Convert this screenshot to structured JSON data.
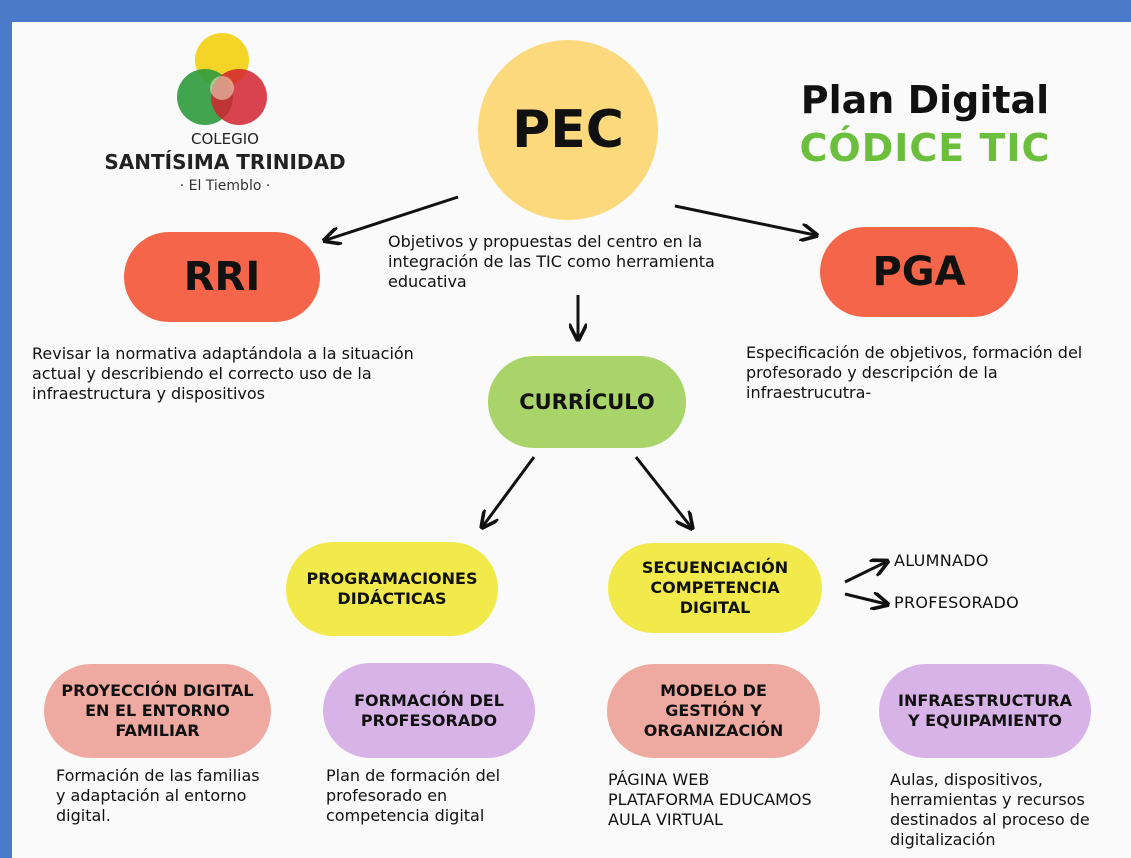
{
  "logo": {
    "line1": "COLEGIO",
    "line2": "SANTÍSIMA TRINIDAD",
    "line3": "· El Tiemblo ·",
    "colors": [
      "#f2d21b",
      "#2e9a3c",
      "#d2222f"
    ]
  },
  "title": {
    "line1": "Plan Digital",
    "line2": "CÓDICE TIC",
    "accent_color": "#6cbf3c"
  },
  "nodes": {
    "pec": {
      "label": "PEC",
      "color": "#fcd97c"
    },
    "rri": {
      "label": "RRI",
      "color": "#f56549"
    },
    "pga": {
      "label": "PGA",
      "color": "#f56549"
    },
    "curriculo": {
      "label": "CURRÍCULO",
      "color": "#a9d46a"
    },
    "programaciones": {
      "label": "PROGRAMACIONES DIDÁCTICAS",
      "color": "#f2ea4b"
    },
    "secuenciacion": {
      "label": "SECUENCIACIÓN COMPETENCIA DIGITAL",
      "color": "#f2ea4b"
    },
    "proyeccion": {
      "label": "PROYECCIÓN DIGITAL EN EL ENTORNO FAMILIAR",
      "color": "#eeaaa0"
    },
    "formacion": {
      "label": "FORMACIÓN DEL PROFESORADO",
      "color": "#d8b3e8"
    },
    "modelo": {
      "label": "MODELO DE GESTIÓN Y ORGANIZACIÓN",
      "color": "#eeaaa0"
    },
    "infraestructura": {
      "label": "INFRAESTRUCTURA Y EQUIPAMIENTO",
      "color": "#d8b3e8"
    }
  },
  "texts": {
    "pec_desc": "Objetivos y propuestas del centro en la integración de las TIC como herramienta educativa",
    "rri_desc": "Revisar la normativa adaptándola a la situación actual y describiendo el correcto uso de la infraestructura y dispositivos",
    "pga_desc": "Especificación de objetivos,  formación del profesorado y descripción de la infraestrucutra-",
    "alumnado": "ALUMNADO",
    "profesorado": "PROFESORADO",
    "proyeccion_desc": "Formación de las familias y adaptación al entorno digital.",
    "formacion_desc": "Plan de formación del profesorado en competencia digital",
    "modelo_desc_1": "PÁGINA WEB",
    "modelo_desc_2": "PLATAFORMA EDUCAMOS",
    "modelo_desc_3": "AULA VIRTUAL",
    "infra_desc": "Aulas, dispositivos, herramientas y recursos destinados al proceso de digitalización"
  }
}
